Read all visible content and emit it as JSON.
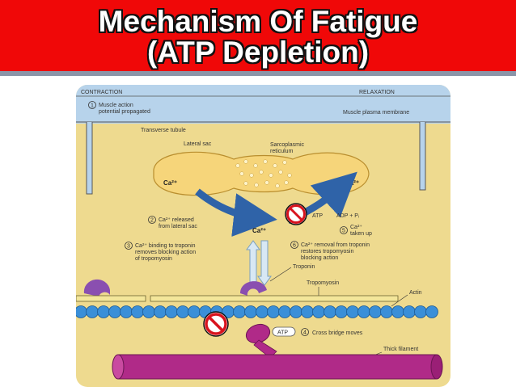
{
  "slide": {
    "title_line1": "Mechanism Of Fatigue",
    "title_line2": "(ATP Depletion)"
  },
  "diagram": {
    "header_left": "CONTRACTION",
    "header_right": "RELAXATION",
    "step1_line1": "Muscle action",
    "step1_line2": "potential propagated",
    "step1_num": "1",
    "membrane_label": "Muscle plasma membrane",
    "tubule_label": "Transverse tubule",
    "lateral_sac_label": "Lateral sac",
    "sr_label_line1": "Sarcoplasmic",
    "sr_label_line2": "reticulum",
    "ca_left": "Ca²⁺",
    "ca_right": "Ca²⁺",
    "ca_center": "Ca²⁺",
    "step2_num": "2",
    "step2_line1": "Ca²⁺ released",
    "step2_line2": "from lateral sac",
    "atp_top": "ATP",
    "adp_pi": "ADP + Pᵢ",
    "step5_num": "5",
    "step5_line1": "Ca²⁺",
    "step5_line2": "taken up",
    "step3_num": "3",
    "step3_line1": "Ca²⁺ binding to troponin",
    "step3_line2": "removes blocking action",
    "step3_line3": "of tropomyosin",
    "step6_num": "6",
    "step6_line1": "Ca²⁺ removal from troponin",
    "step6_line2": "restores tropomyosin",
    "step6_line3": "blocking action",
    "troponin_label": "Troponin",
    "tropomyosin_label": "Tropomyosin",
    "actin_label": "Actin",
    "atp_bottom": "ATP",
    "step4_num": "4",
    "step4_label": "Cross bridge moves",
    "thick_filament_label": "Thick filament",
    "colors": {
      "background": "#eeda8f",
      "blue_band": "#b7d3eb",
      "actin": "#3a8fd8",
      "myosin": "#b02a88",
      "arrow": "#2f63a8",
      "prohibit": "#d8141e"
    }
  }
}
